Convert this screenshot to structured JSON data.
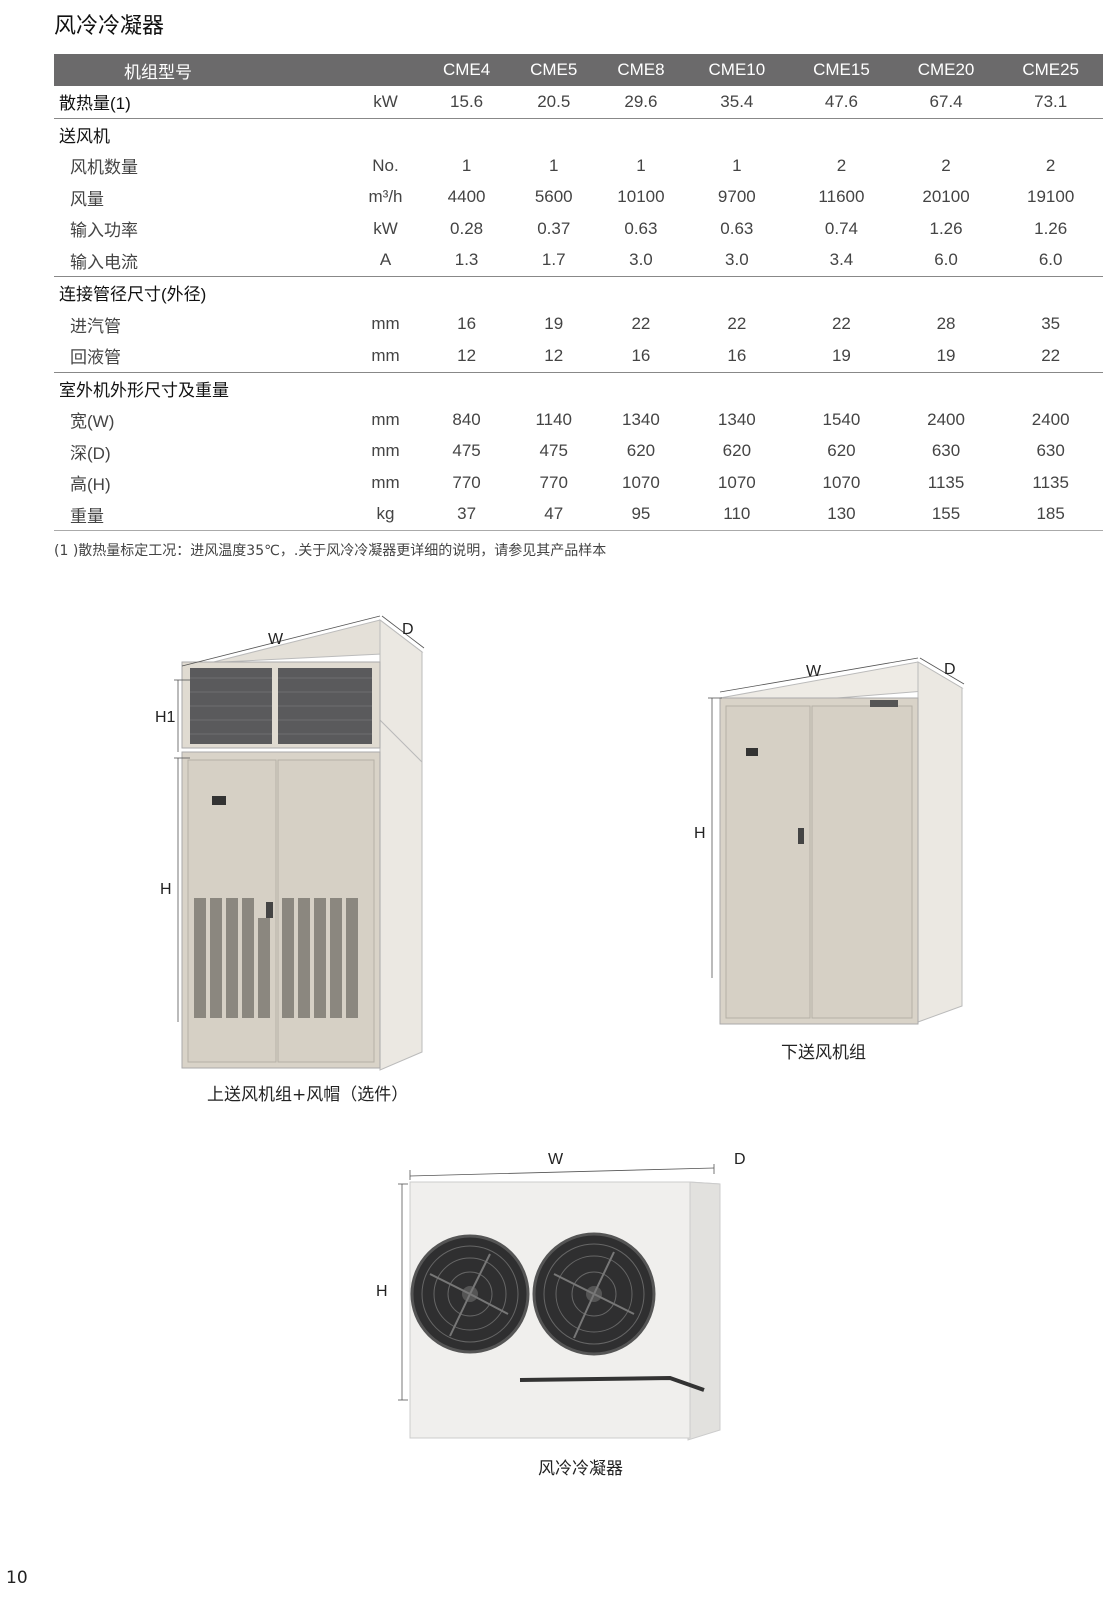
{
  "page_title": "风冷冷凝器",
  "table": {
    "header": {
      "label": "机组型号",
      "unit": "",
      "models": [
        "CME4",
        "CME5",
        "CME8",
        "CME10",
        "CME15",
        "CME20",
        "CME25"
      ]
    },
    "rows": [
      {
        "label": "散热量(1)",
        "unit": "kW",
        "values": [
          "15.6",
          "20.5",
          "29.6",
          "35.4",
          "47.6",
          "67.4",
          "73.1"
        ]
      },
      {
        "label": "送风机",
        "unit": "",
        "values": [
          "",
          "",
          "",
          "",
          "",
          "",
          ""
        ]
      },
      {
        "label": "风机数量",
        "unit": "No.",
        "values": [
          "1",
          "1",
          "1",
          "1",
          "2",
          "2",
          "2"
        ]
      },
      {
        "label": "风量",
        "unit": "m³/h",
        "values": [
          "4400",
          "5600",
          "10100",
          "9700",
          "11600",
          "20100",
          "19100"
        ]
      },
      {
        "label": "输入功率",
        "unit": "kW",
        "values": [
          "0.28",
          "0.37",
          "0.63",
          "0.63",
          "0.74",
          "1.26",
          "1.26"
        ]
      },
      {
        "label": "输入电流",
        "unit": "A",
        "values": [
          "1.3",
          "1.7",
          "3.0",
          "3.0",
          "3.4",
          "6.0",
          "6.0"
        ]
      },
      {
        "label": "连接管径尺寸(外径)",
        "unit": "",
        "values": [
          "",
          "",
          "",
          "",
          "",
          "",
          ""
        ]
      },
      {
        "label": "进汽管",
        "unit": "mm",
        "values": [
          "16",
          "19",
          "22",
          "22",
          "22",
          "28",
          "35"
        ]
      },
      {
        "label": "回液管",
        "unit": "mm",
        "values": [
          "12",
          "12",
          "16",
          "16",
          "19",
          "19",
          "22"
        ]
      },
      {
        "label": "室外机外形尺寸及重量",
        "unit": "",
        "values": [
          "",
          "",
          "",
          "",
          "",
          "",
          ""
        ]
      },
      {
        "label": "宽(W)",
        "unit": "mm",
        "values": [
          "840",
          "1140",
          "1340",
          "1340",
          "1540",
          "2400",
          "2400"
        ]
      },
      {
        "label": "深(D)",
        "unit": "mm",
        "values": [
          "475",
          "475",
          "620",
          "620",
          "620",
          "630",
          "630"
        ]
      },
      {
        "label": "高(H)",
        "unit": "mm",
        "values": [
          "770",
          "770",
          "1070",
          "1070",
          "1070",
          "1135",
          "1135"
        ]
      },
      {
        "label": "重量",
        "unit": "kg",
        "values": [
          "37",
          "47",
          "95",
          "110",
          "130",
          "155",
          "185"
        ]
      }
    ]
  },
  "footnote": "(1 )散热量标定工况：进风温度35℃，.关于风冷冷凝器更详细的说明，请参见其产品样本",
  "figures": {
    "fig1": {
      "caption": "上送风机组+风帽（选件）",
      "labels": {
        "w": "W",
        "d": "D",
        "h1": "H1",
        "h": "H"
      }
    },
    "fig2": {
      "caption": "下送风机组",
      "labels": {
        "w": "W",
        "d": "D",
        "h": "H"
      }
    },
    "fig3": {
      "caption": "风冷冷凝器",
      "labels": {
        "w": "W",
        "d": "D",
        "h": "H"
      }
    }
  },
  "page_number": "10",
  "colors": {
    "header_bg": "#6b6a6b",
    "cabinet": "#d9d3c8",
    "cabinet_side": "#e8e5de"
  }
}
